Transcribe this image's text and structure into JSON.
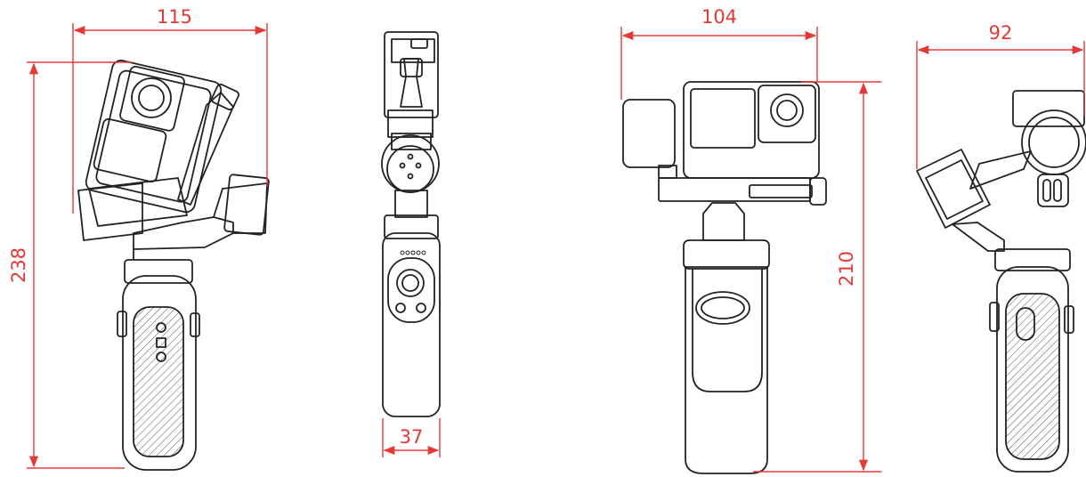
{
  "diagram": {
    "accent_color": "#e53935",
    "line_color": "#222222",
    "views": [
      {
        "name": "front-three-quarter",
        "dimensions": [
          {
            "label": "115",
            "value": 115,
            "unit": "mm",
            "orientation": "horizontal"
          },
          {
            "label": "238",
            "value": 238,
            "unit": "mm",
            "orientation": "vertical"
          }
        ]
      },
      {
        "name": "side",
        "dimensions": [
          {
            "label": "37",
            "value": 37,
            "unit": "mm",
            "orientation": "horizontal"
          }
        ]
      },
      {
        "name": "front",
        "dimensions": [
          {
            "label": "104",
            "value": 104,
            "unit": "mm",
            "orientation": "horizontal"
          },
          {
            "label": "210",
            "value": 210,
            "unit": "mm",
            "orientation": "vertical"
          }
        ]
      },
      {
        "name": "back",
        "dimensions": [
          {
            "label": "92",
            "value": 92,
            "unit": "mm",
            "orientation": "horizontal"
          }
        ]
      }
    ]
  }
}
